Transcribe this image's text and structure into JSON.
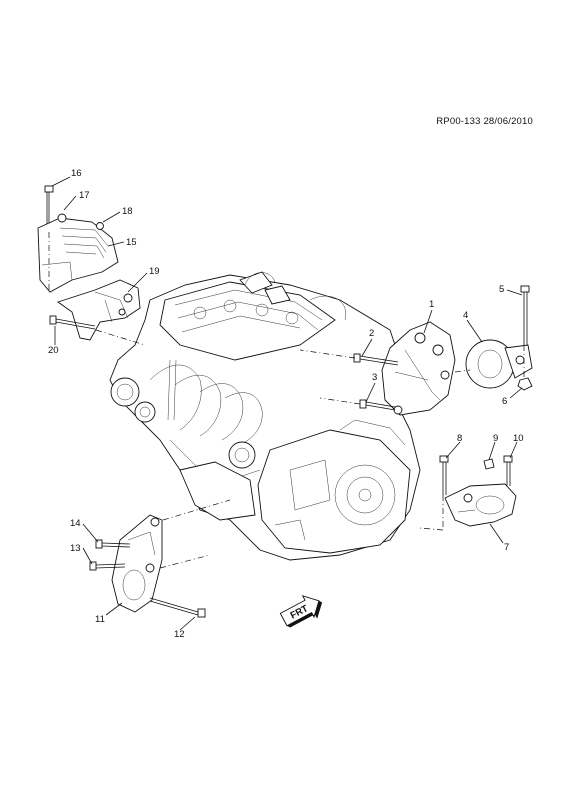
{
  "diagram": {
    "reference": "RP00-133 28/06/2010",
    "front_arrow": "FRT",
    "callouts": [
      "1",
      "2",
      "3",
      "4",
      "5",
      "6",
      "7",
      "8",
      "9",
      "10",
      "11",
      "12",
      "13",
      "14",
      "15",
      "16",
      "17",
      "18",
      "19",
      "20"
    ]
  }
}
